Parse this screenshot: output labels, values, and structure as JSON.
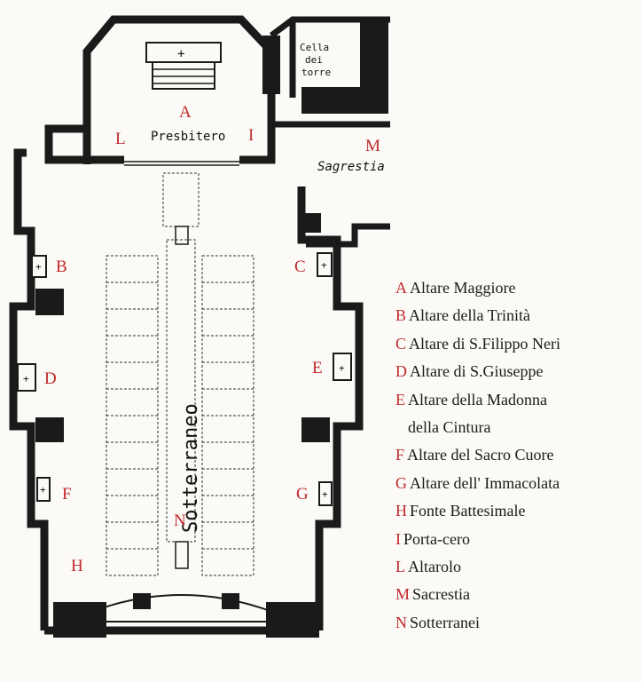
{
  "plan_labels": {
    "presbitero": "Presbitero",
    "sagrestia": "Sagrestia",
    "cella_line1": "Cella",
    "cella_line2": "dei",
    "cella_line3": "torre",
    "sotterraneo": "Sotterraneo",
    "letters": {
      "A": "A",
      "B": "B",
      "C": "C",
      "D": "D",
      "E": "E",
      "F": "F",
      "G": "G",
      "H": "H",
      "I": "I",
      "L": "L",
      "M": "M",
      "N": "N"
    }
  },
  "legend": [
    {
      "key": "A",
      "text": "Altare Maggiore"
    },
    {
      "key": "B",
      "text": "Altare della Trinità"
    },
    {
      "key": "C",
      "text": "Altare di S.Filippo Neri"
    },
    {
      "key": "D",
      "text": "Altare di S.Giuseppe"
    },
    {
      "key": "E",
      "text": "Altare della Madonna"
    },
    {
      "key": "",
      "text": "della Cintura"
    },
    {
      "key": "F",
      "text": "Altare del Sacro Cuore"
    },
    {
      "key": "G",
      "text": "Altare dell' Immacolata"
    },
    {
      "key": "H",
      "text": "Fonte Battesimale"
    },
    {
      "key": "I",
      "text": "Porta-cero"
    },
    {
      "key": "L",
      "text": "Altarolo"
    },
    {
      "key": "M",
      "text": "Sacrestia"
    },
    {
      "key": "N",
      "text": "Sotterranei"
    }
  ],
  "colors": {
    "wall": "#1a1a1a",
    "label_red": "#c0282b",
    "background": "#fbfaf6"
  }
}
